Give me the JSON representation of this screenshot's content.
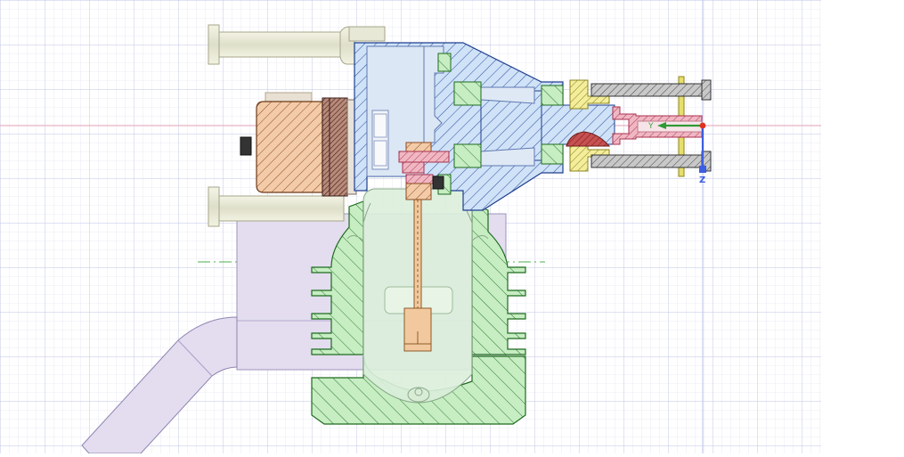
{
  "viewport": {
    "background": "#ffffff",
    "grid_color": "#c9cfe8",
    "grid_major_color": "#aeb6dc"
  },
  "model": {
    "view": "section",
    "colors": {
      "housing_blue": "#cfe2f7",
      "housing_stroke": "#1f3f8f",
      "cylinder_green": "#c7edc3",
      "cylinder_stroke": "#1d6b1d",
      "motor_orange": "#f3cba8",
      "seal_pink": "#f0b7c3",
      "ring_yellow": "#f4ee9c",
      "nut_gray": "#c8c8c8",
      "body_lilac": "#e2dcef",
      "pipe_lilac": "#e4ddef",
      "rod_tan": "#f2c99e",
      "plunger_maroon": "#b84141",
      "mount_cream": "#e9ead7"
    }
  },
  "triad": {
    "axis_z_label": "Z",
    "axis_y_label": "Y",
    "x_color": "#e0301e",
    "y_color": "#2e9a35",
    "z_color": "#3c5ee0"
  }
}
